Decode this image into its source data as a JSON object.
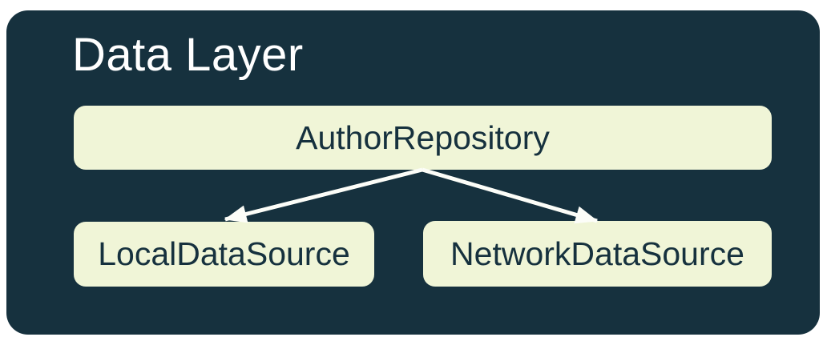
{
  "title": "Data Layer",
  "nodes": [
    {
      "id": "author-repository",
      "label": "AuthorRepository"
    },
    {
      "id": "local-data-source",
      "label": "LocalDataSource"
    },
    {
      "id": "network-data-source",
      "label": "NetworkDataSource"
    }
  ],
  "edges": [
    {
      "from": "AuthorRepository",
      "to": "LocalDataSource",
      "style": "arrow"
    },
    {
      "from": "AuthorRepository",
      "to": "NetworkDataSource",
      "style": "arrow"
    }
  ],
  "colors": {
    "container-bg": "#16313E",
    "node-bg": "#F0F5D7",
    "node-text": "#16313E",
    "title-text": "#FFFFFF",
    "arrow": "#FCFDF8",
    "page-bg": "#FFFFFF"
  }
}
